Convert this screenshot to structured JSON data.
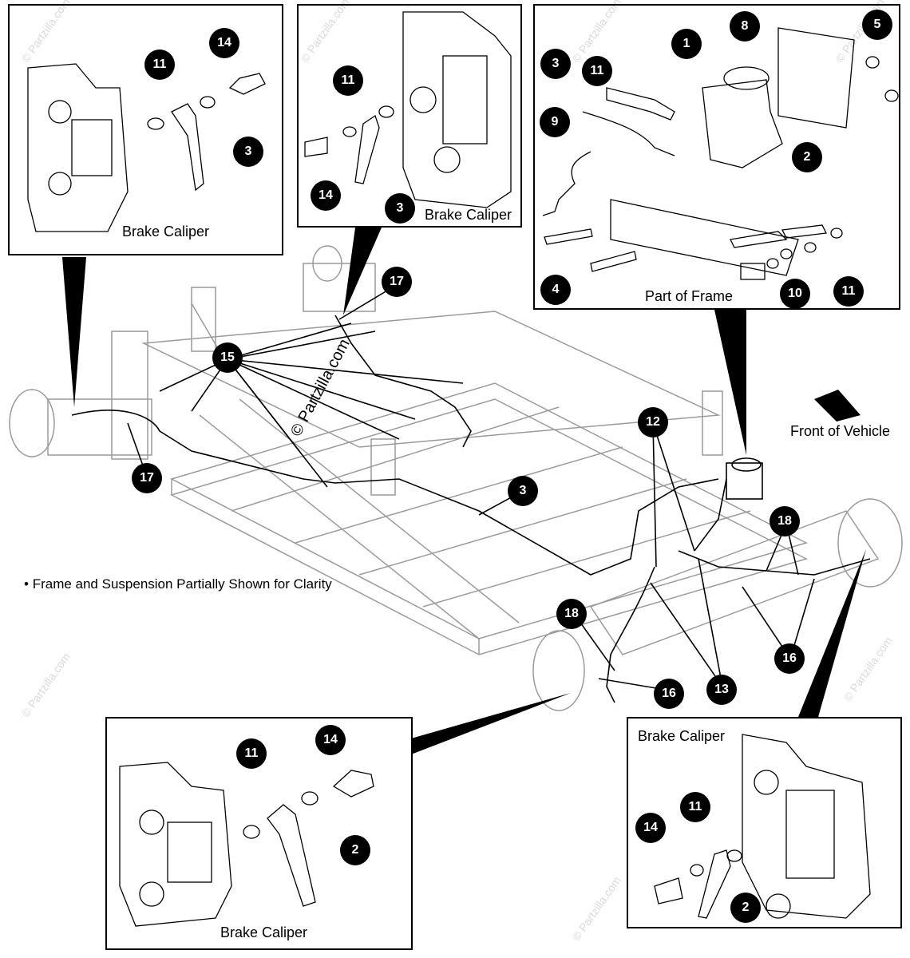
{
  "labels": {
    "brake_caliper": "Brake Caliper",
    "part_of_frame": "Part of Frame",
    "front_of_vehicle": "Front of Vehicle",
    "footnote": "Frame and Suspension Partially Shown for Clarity",
    "copyright": "© Partzilla.com",
    "watermark": "© Partzilla.com"
  },
  "callouts": {
    "c1": "1",
    "c2": "2",
    "c3": "3",
    "c4": "4",
    "c5": "5",
    "c8": "8",
    "c9": "9",
    "c10": "10",
    "c11": "11",
    "c12": "12",
    "c13": "13",
    "c14": "14",
    "c15": "15",
    "c16": "16",
    "c17": "17",
    "c18": "18"
  },
  "colors": {
    "line": "#000000",
    "frame_gray": "#9a9a9a",
    "watermark": "#d9d9d9"
  }
}
